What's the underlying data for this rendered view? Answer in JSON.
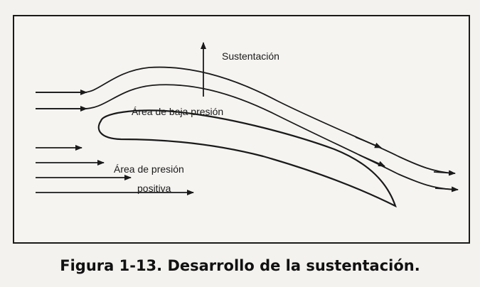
{
  "labels": {
    "lift": "Sustentación",
    "low_pressure": "Área de baja presión",
    "positive_pressure_line1": "Área de presión",
    "positive_pressure_line2": "positiva"
  },
  "caption": "Figura 1-13. Desarrollo de la sustentación.",
  "colors": {
    "background": "#f4f2ee",
    "stroke": "#1a1a1a",
    "caption": "#111111"
  }
}
